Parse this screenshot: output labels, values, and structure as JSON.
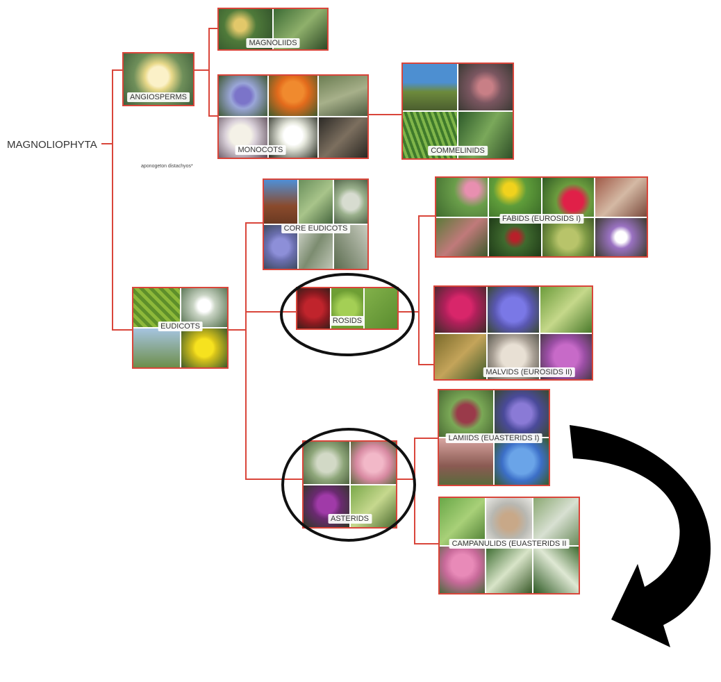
{
  "root": {
    "label": "MAGNOLIOPHYTA"
  },
  "note": "aponogeton distachyos*",
  "colors": {
    "connector": "#d9453a",
    "circle": "#111111",
    "arrow": "#000000"
  },
  "nodes": {
    "angiosperms": {
      "label": "ANGIOSPERMS"
    },
    "magnoliids": {
      "label": "MAGNOLIIDS"
    },
    "monocots": {
      "label": "MONOCOTS"
    },
    "commelinids": {
      "label": "COMMELINIDS"
    },
    "eudicots": {
      "label": "EUDICOTS"
    },
    "core_eudicots": {
      "label": "CORE EUDICOTS"
    },
    "rosids": {
      "label": "ROSIDS"
    },
    "fabids": {
      "label": "FABIDS (EUROSIDS I)"
    },
    "malvids": {
      "label": "MALVIDS (EUROSIDS II)"
    },
    "asterids": {
      "label": "ASTERIDS"
    },
    "lamiids": {
      "label": "LAMIIDS (EUASTERIDS I)"
    },
    "campanulids": {
      "label": "CAMPANULIDS (EUASTERIDS II"
    }
  }
}
